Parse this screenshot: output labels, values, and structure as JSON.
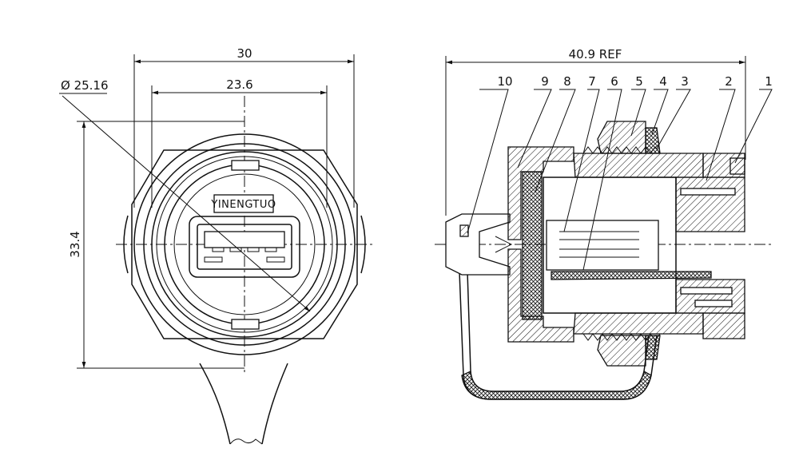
{
  "front_view": {
    "dim_overall_width": "30",
    "dim_inner_width": "23.6",
    "dim_diameter": "Ø 25.16",
    "dim_height": "33.4",
    "brand_text": "YINENGTUO"
  },
  "section_view": {
    "dim_length": "40.9 REF",
    "part_callouts": [
      "10",
      "9",
      "8",
      "7",
      "6",
      "5",
      "4",
      "3",
      "2",
      "1"
    ]
  }
}
